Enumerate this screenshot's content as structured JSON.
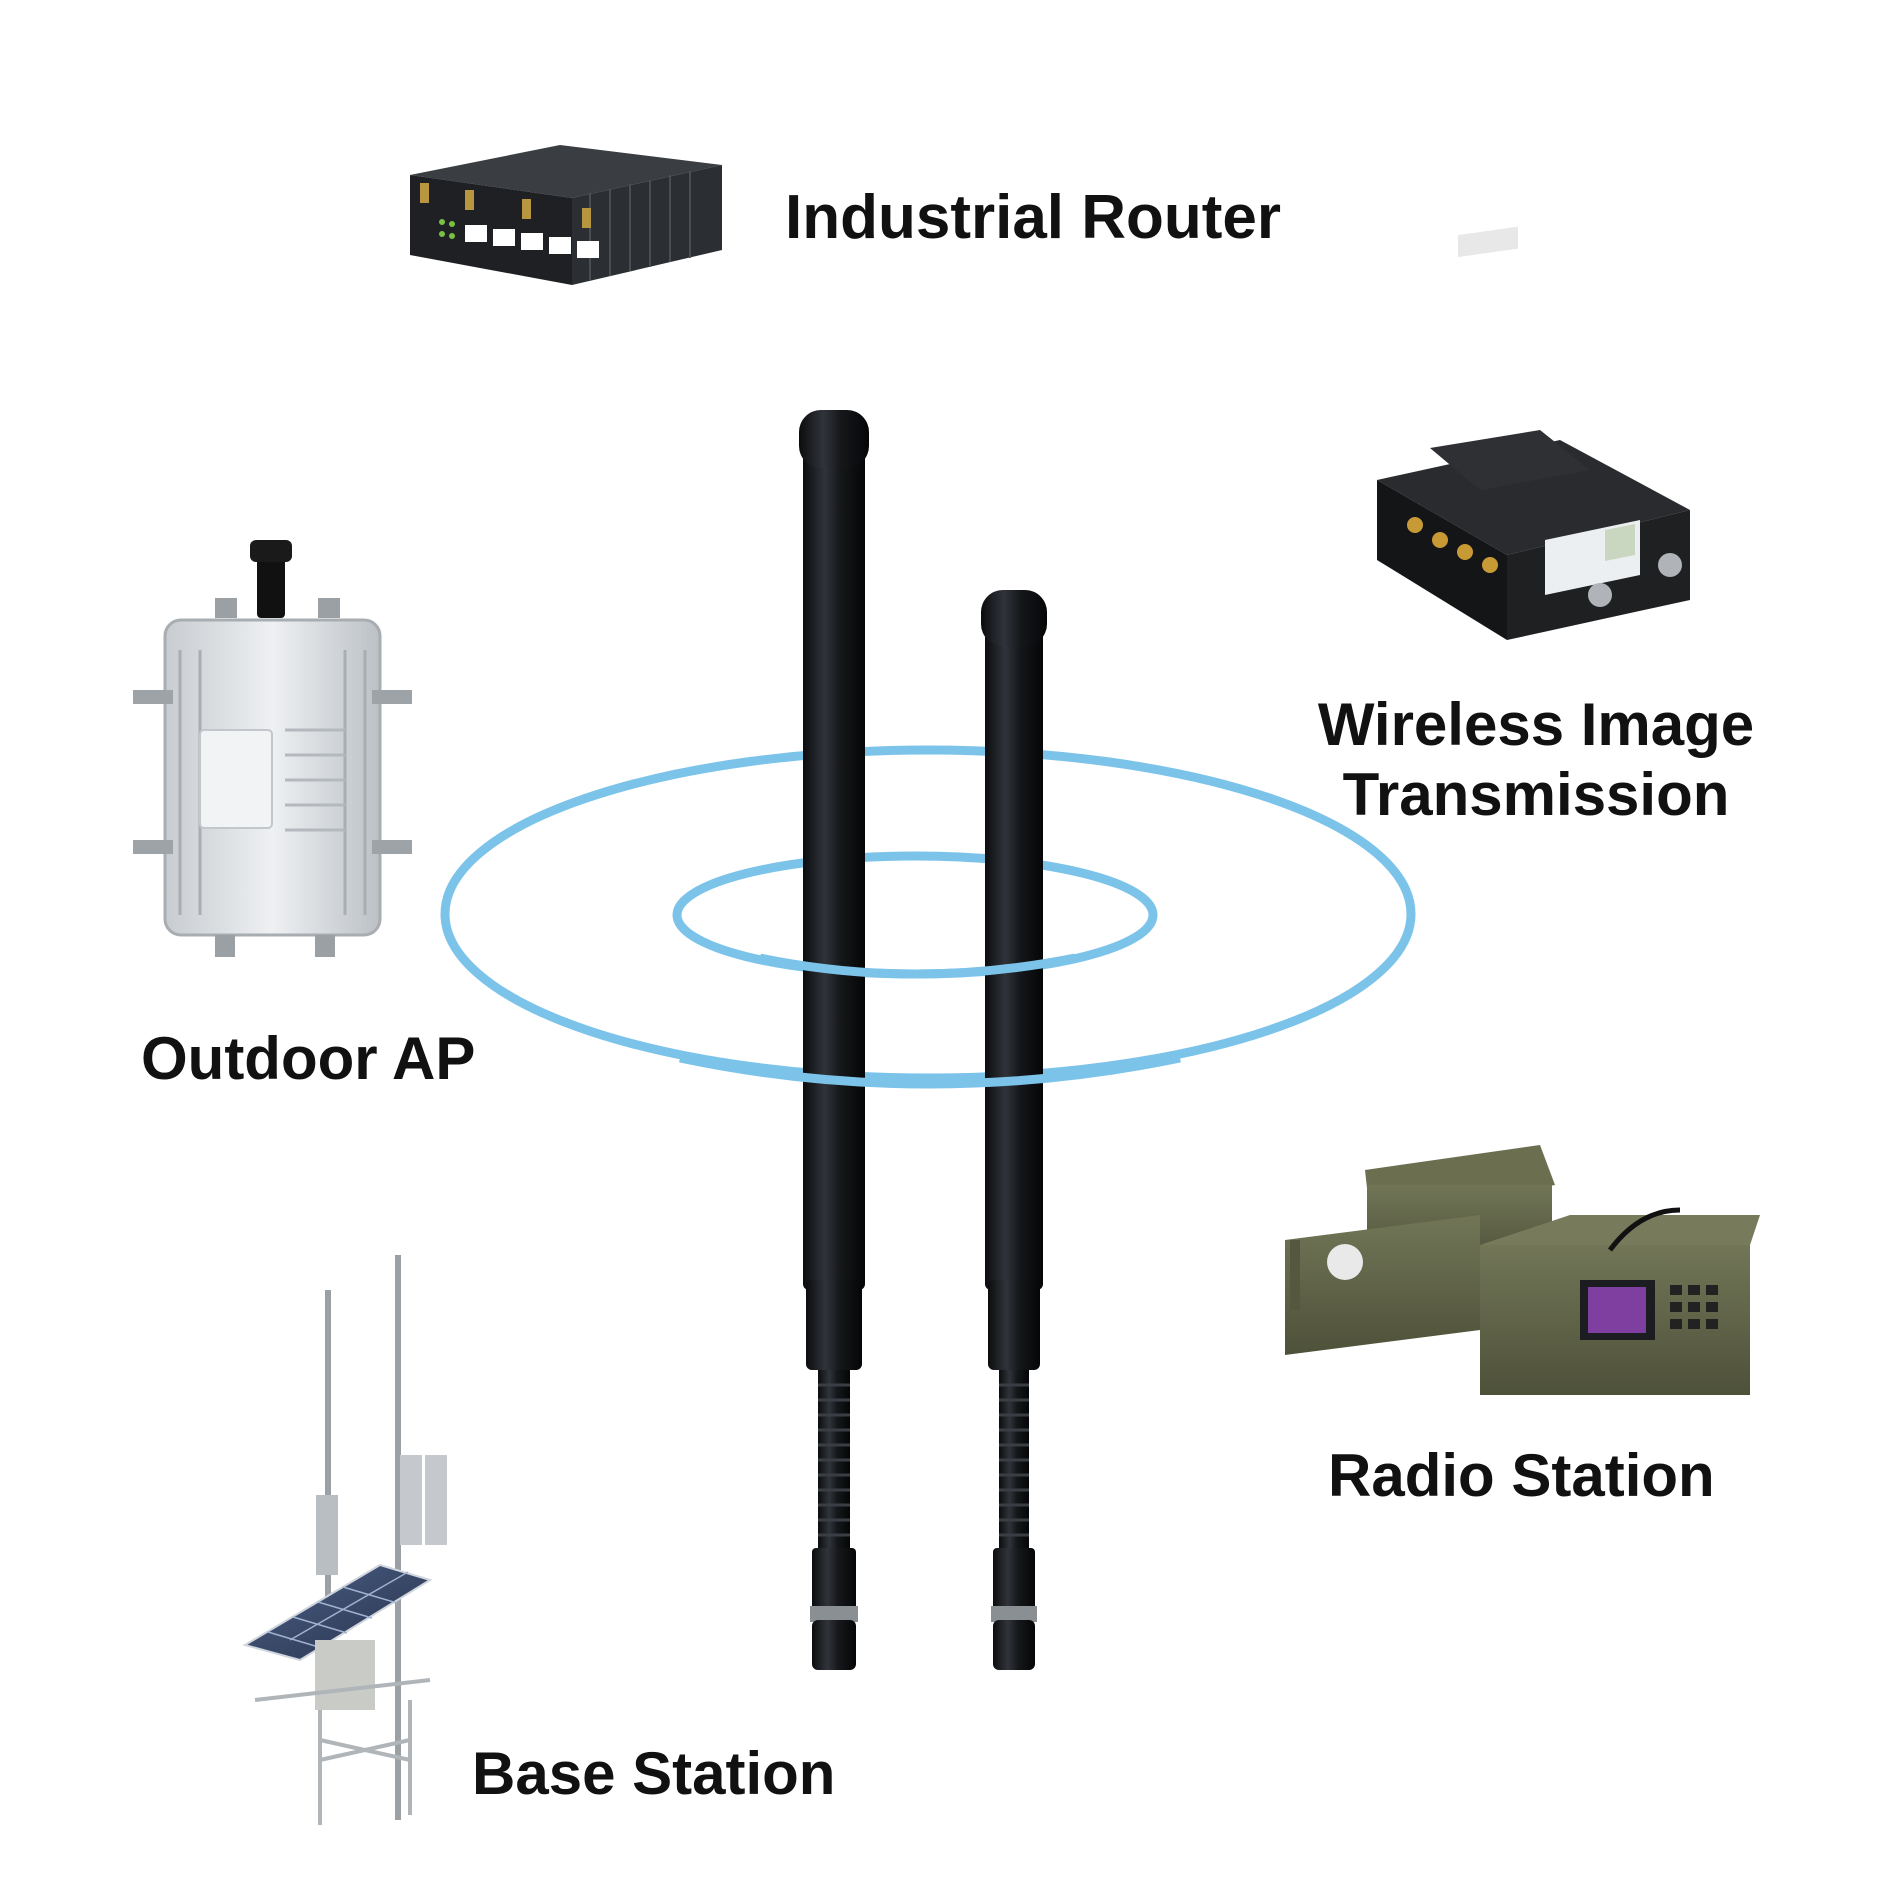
{
  "labels": {
    "industrial_router": "Industrial Router",
    "wireless_image_transmission": "Wireless Image Transmission",
    "outdoor_ap": "Outdoor AP",
    "radio_station": "Radio Station",
    "base_station": "Base Station"
  },
  "colors": {
    "signal_ring": "#7cc3ea",
    "antenna": "#121417",
    "router_body": "#232528",
    "router_port_led": "#7ac043",
    "ap_housing": "#d9dde0",
    "transmitter_body": "#1c1d1f",
    "transmitter_screen": "#c9d6c0",
    "radio_body": "#5f6247",
    "tower_metal": "#9aa0a4",
    "solar_panel": "#3a4a6a"
  }
}
